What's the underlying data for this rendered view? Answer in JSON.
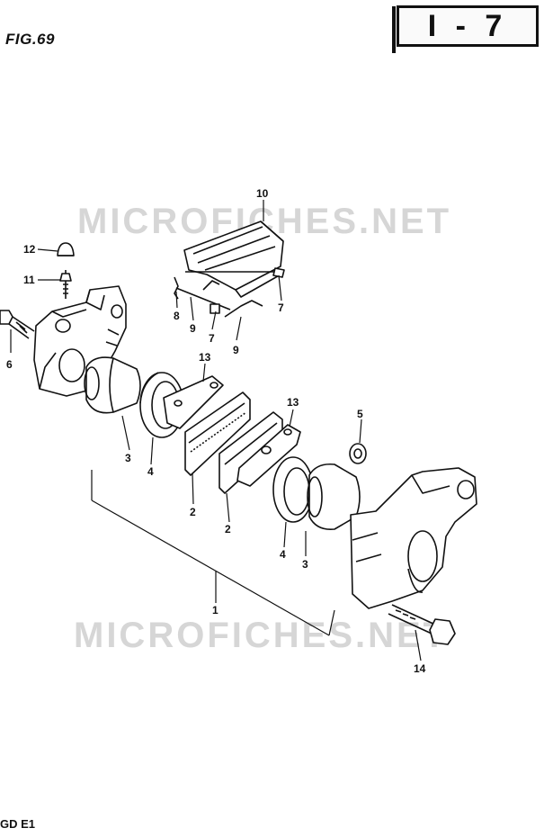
{
  "figure": {
    "title": "FIG.69",
    "page_ref": "I - 7",
    "model_code": "GD E1"
  },
  "watermark": "MICROFICHES.NET",
  "callouts": {
    "c1": "1",
    "c2a": "2",
    "c2b": "2",
    "c3a": "3",
    "c3b": "3",
    "c4a": "4",
    "c4b": "4",
    "c5": "5",
    "c6": "6",
    "c7a": "7",
    "c7b": "7",
    "c8": "8",
    "c9a": "9",
    "c9b": "9",
    "c10": "10",
    "c11": "11",
    "c12": "12",
    "c13a": "13",
    "c13b": "13",
    "c14": "14"
  }
}
